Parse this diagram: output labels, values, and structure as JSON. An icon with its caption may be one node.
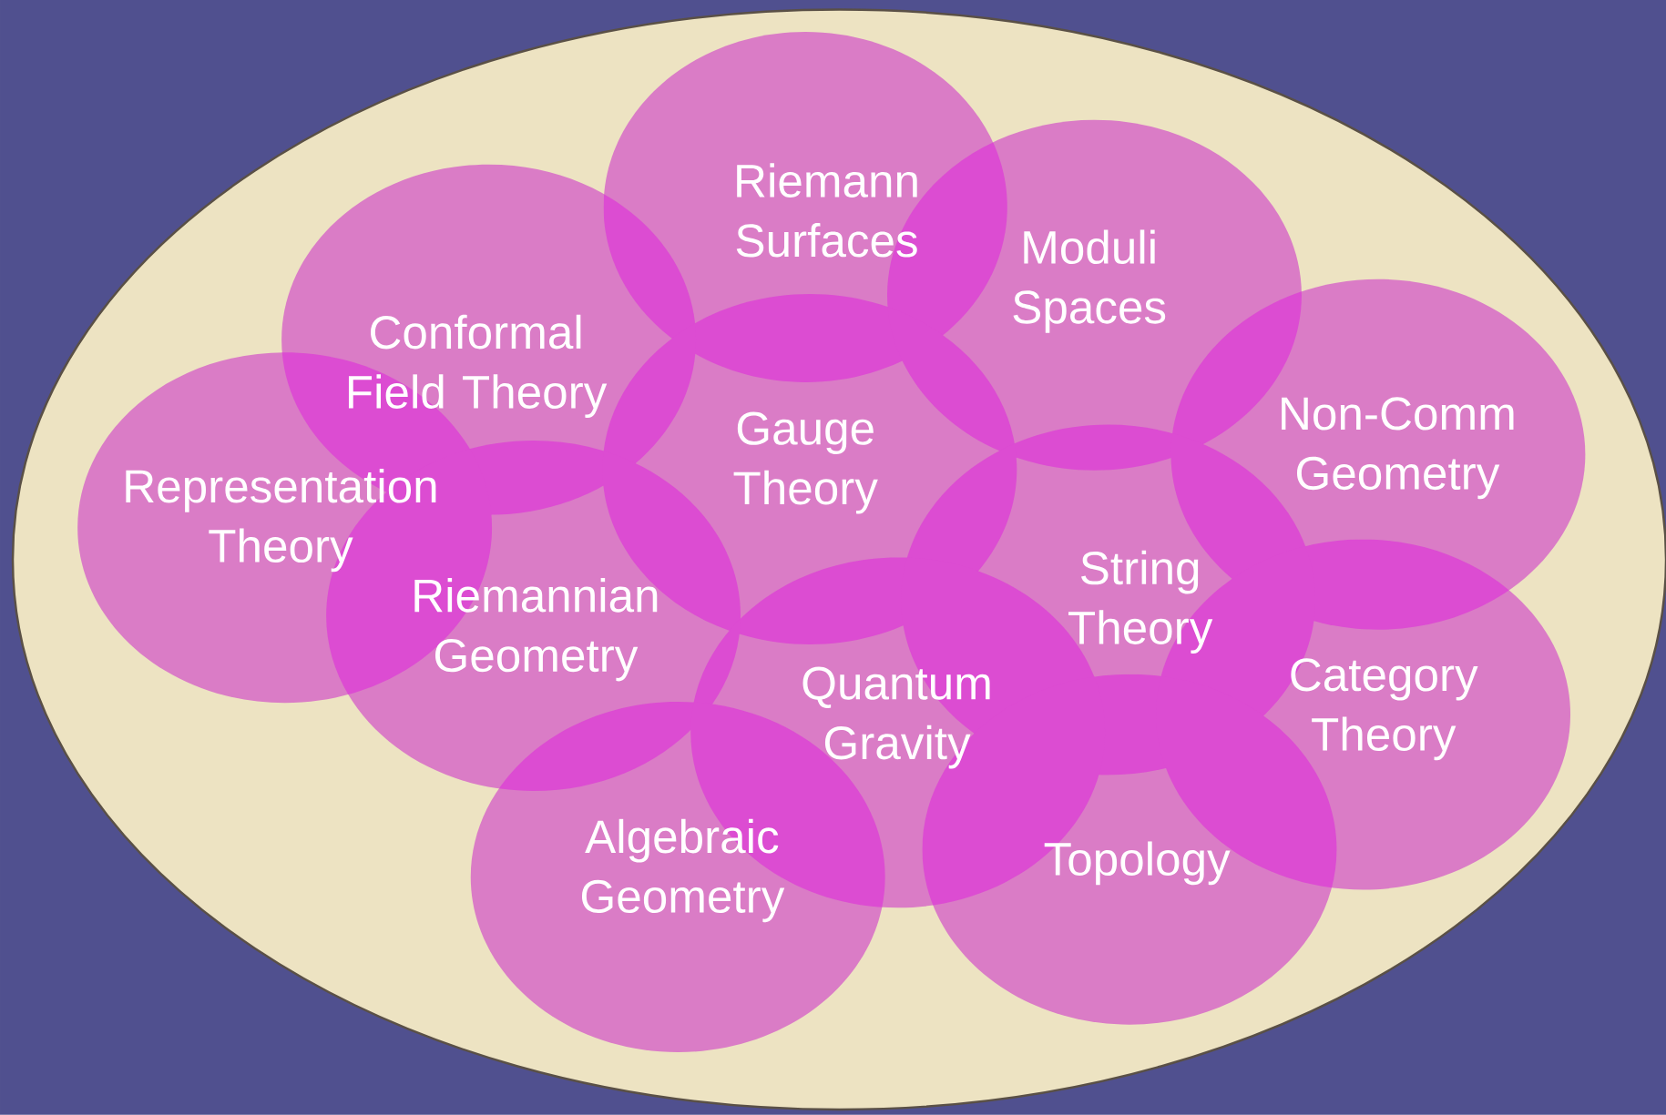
{
  "diagram": {
    "nodes": [
      {
        "text": [
          "Riemann Surfaces"
        ]
      },
      {
        "text": [
          "Moduli Spaces"
        ]
      },
      {
        "text": [
          "Conformal Field Theory"
        ]
      },
      {
        "text": [
          "Non-Comm Geometry"
        ]
      },
      {
        "text": [
          "Gauge Theory"
        ]
      },
      {
        "text": [
          "Representation Theory"
        ]
      },
      {
        "text": [
          "String Theory"
        ]
      },
      {
        "text": [
          "Riemannian Geometry"
        ]
      },
      {
        "text": [
          "Category Theory"
        ]
      },
      {
        "text": [
          "Quantum Gravity"
        ]
      },
      {
        "text": [
          "Algebraic Geometry"
        ]
      },
      {
        "text": [
          "Topology"
        ]
      }
    ]
  }
}
